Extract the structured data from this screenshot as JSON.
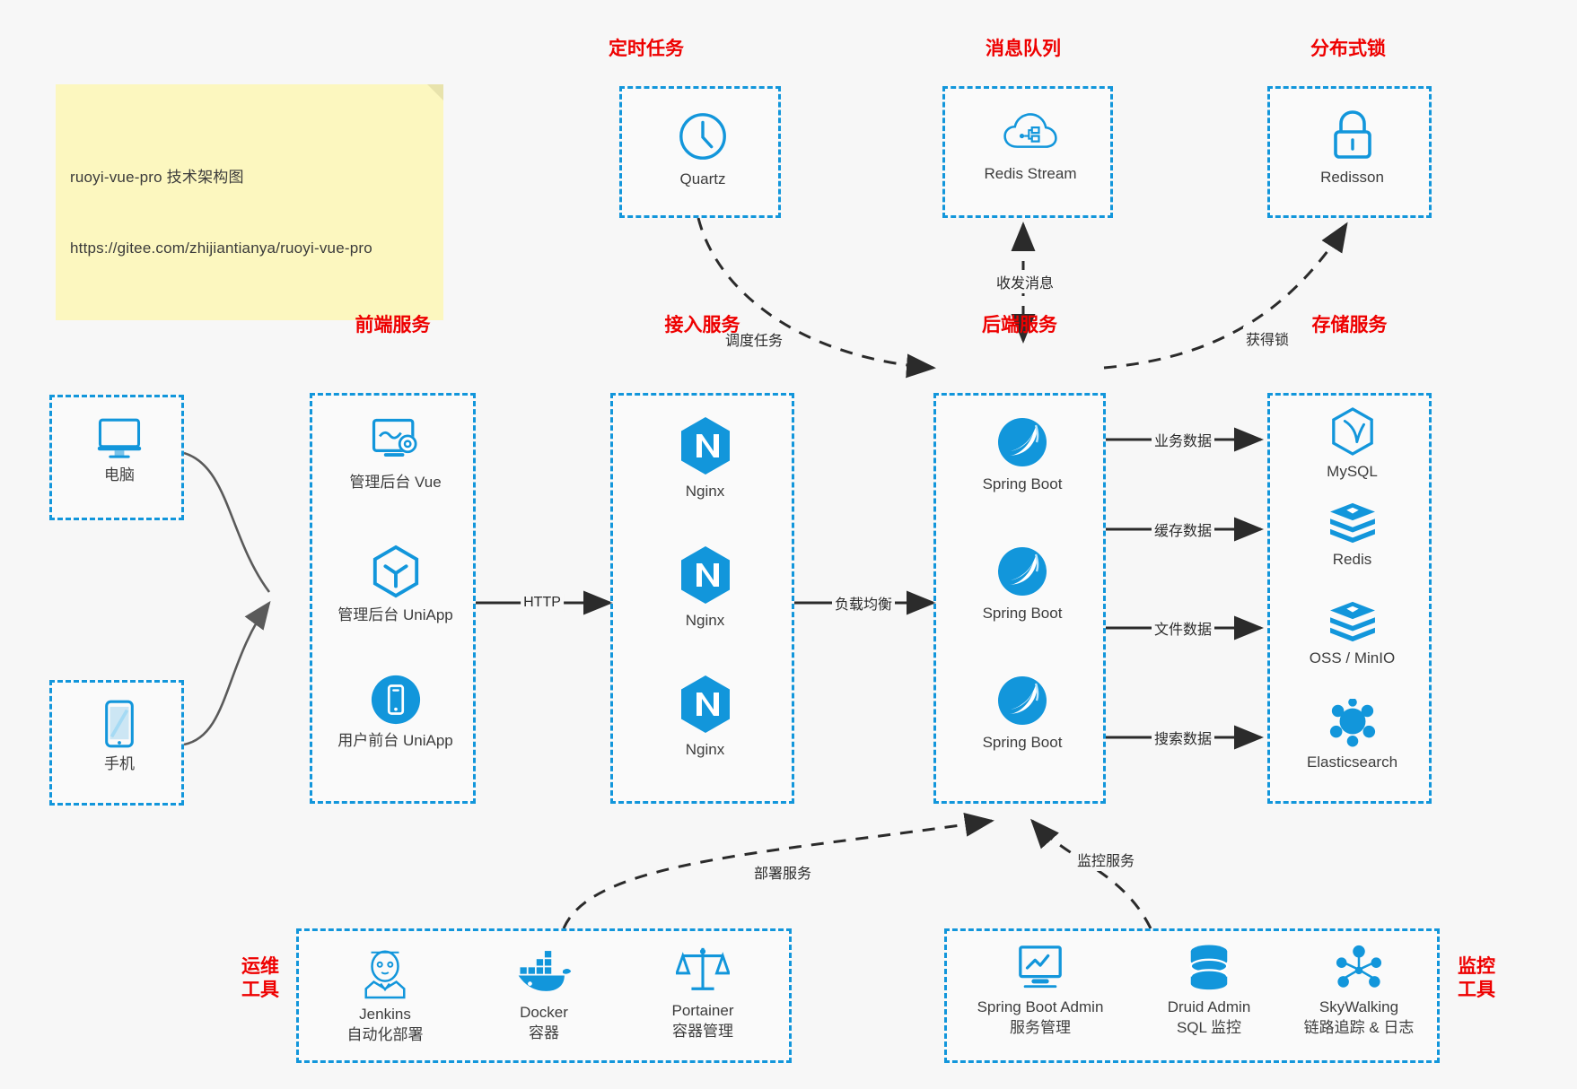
{
  "note": {
    "line1": "ruoyi-vue-pro 技术架构图",
    "line2": "https://gitee.com/zhijiantianya/ruoyi-vue-pro"
  },
  "colors": {
    "accent": "#1296db",
    "group_title": "#ee0000",
    "text": "#3d3d3d",
    "background": "#f7f7f7",
    "note_bg": "#fcf7bf",
    "arrow": "#2b2b2b",
    "client_arrow": "#5a5a5a"
  },
  "groups": {
    "scheduler": {
      "title": "定时任务",
      "nodes": [
        {
          "label": "Quartz",
          "icon": "clock-icon"
        }
      ]
    },
    "mq": {
      "title": "消息队列",
      "nodes": [
        {
          "label": "Redis Stream",
          "icon": "cloud-stream-icon"
        }
      ]
    },
    "lock": {
      "title": "分布式锁",
      "nodes": [
        {
          "label": "Redisson",
          "icon": "lock-icon"
        }
      ]
    },
    "clients": {
      "nodes": [
        {
          "label": "电脑",
          "icon": "desktop-icon"
        },
        {
          "label": "手机",
          "icon": "phone-icon"
        }
      ]
    },
    "frontend": {
      "title": "前端服务",
      "nodes": [
        {
          "label": "管理后台 Vue",
          "icon": "dashboard-gear-icon"
        },
        {
          "label": "管理后台 UniApp",
          "icon": "cube-icon"
        },
        {
          "label": "用户前台 UniApp",
          "icon": "mobile-app-icon"
        }
      ]
    },
    "gateway": {
      "title": "接入服务",
      "nodes": [
        {
          "label": "Nginx",
          "icon": "nginx-icon"
        },
        {
          "label": "Nginx",
          "icon": "nginx-icon"
        },
        {
          "label": "Nginx",
          "icon": "nginx-icon"
        }
      ]
    },
    "backend": {
      "title": "后端服务",
      "nodes": [
        {
          "label": "Spring Boot",
          "icon": "spring-boot-icon"
        },
        {
          "label": "Spring Boot",
          "icon": "spring-boot-icon"
        },
        {
          "label": "Spring Boot",
          "icon": "spring-boot-icon"
        }
      ]
    },
    "storage": {
      "title": "存储服务",
      "nodes": [
        {
          "label": "MySQL",
          "icon": "mysql-icon"
        },
        {
          "label": "Redis",
          "icon": "redis-icon"
        },
        {
          "label": "OSS / MinIO",
          "icon": "oss-minio-icon"
        },
        {
          "label": "Elasticsearch",
          "icon": "elasticsearch-icon"
        }
      ]
    },
    "devops": {
      "title": "运维\n工具",
      "nodes": [
        {
          "label": "Jenkins",
          "sublabel": "自动化部署",
          "icon": "jenkins-icon"
        },
        {
          "label": "Docker",
          "sublabel": "容器",
          "icon": "docker-icon"
        },
        {
          "label": "Portainer",
          "sublabel": "容器管理",
          "icon": "scales-icon"
        }
      ]
    },
    "monitoring": {
      "title": "监控\n工具",
      "nodes": [
        {
          "label": "Spring Boot Admin",
          "sublabel": "服务管理",
          "icon": "monitor-chart-icon"
        },
        {
          "label": "Druid Admin",
          "sublabel": "SQL 监控",
          "icon": "database-icon"
        },
        {
          "label": "SkyWalking",
          "sublabel": "链路追踪 & 日志",
          "icon": "network-nodes-icon"
        }
      ]
    }
  },
  "edges": [
    {
      "name": "client-to-frontend",
      "label": ""
    },
    {
      "name": "frontend-to-gateway",
      "label": "HTTP"
    },
    {
      "name": "gateway-to-backend",
      "label": "负载均衡"
    },
    {
      "name": "quartz-to-backend",
      "label": "调度任务"
    },
    {
      "name": "backend-to-mq",
      "label": "收发消息"
    },
    {
      "name": "backend-to-lock",
      "label": "获得锁"
    },
    {
      "name": "backend-to-mysql",
      "label": "业务数据"
    },
    {
      "name": "backend-to-redis",
      "label": "缓存数据"
    },
    {
      "name": "backend-to-oss",
      "label": "文件数据"
    },
    {
      "name": "backend-to-es",
      "label": "搜索数据"
    },
    {
      "name": "devops-to-backend",
      "label": "部署服务"
    },
    {
      "name": "monitoring-to-backend",
      "label": "监控服务"
    }
  ]
}
